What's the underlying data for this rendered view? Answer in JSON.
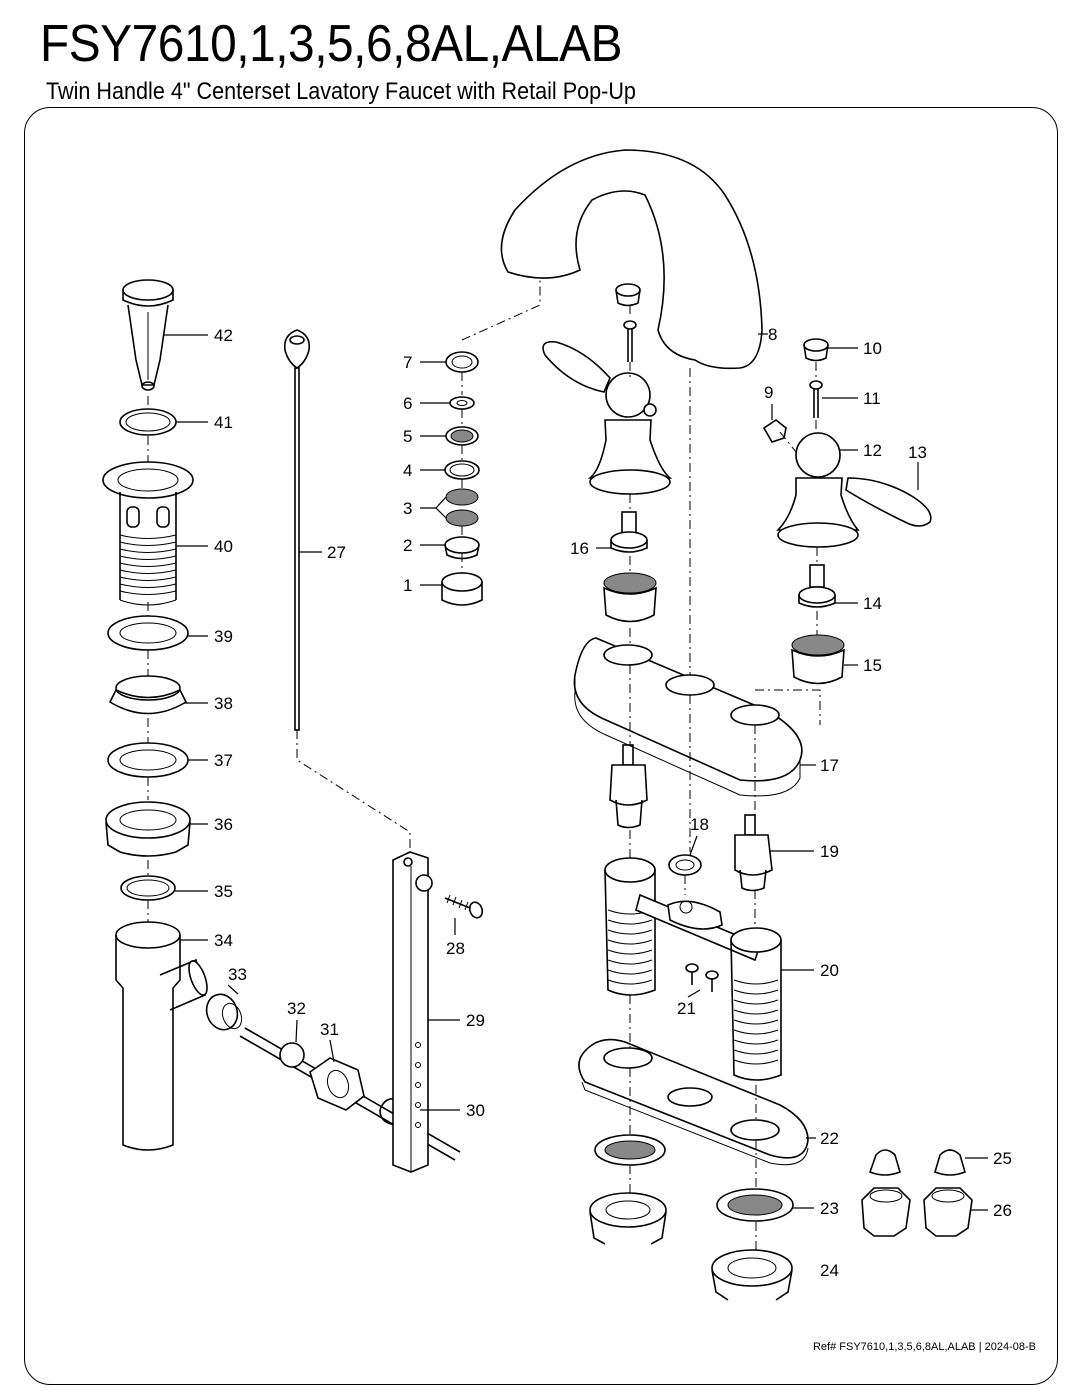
{
  "header": {
    "title": "FSY7610,1,3,5,6,8AL,ALAB",
    "subtitle": "Twin Handle 4\" Centerset Lavatory Faucet with Retail Pop-Up"
  },
  "footer": {
    "ref": "Ref# FSY7610,1,3,5,6,8AL,ALAB | 2024-08-B"
  },
  "callouts": [
    "1",
    "2",
    "3",
    "4",
    "5",
    "6",
    "7",
    "8",
    "9",
    "10",
    "11",
    "12",
    "13",
    "14",
    "15",
    "16",
    "17",
    "18",
    "19",
    "20",
    "21",
    "22",
    "23",
    "24",
    "25",
    "26",
    "27",
    "28",
    "29",
    "30",
    "31",
    "32",
    "33",
    "34",
    "35",
    "36",
    "37",
    "38",
    "39",
    "40",
    "41",
    "42"
  ]
}
